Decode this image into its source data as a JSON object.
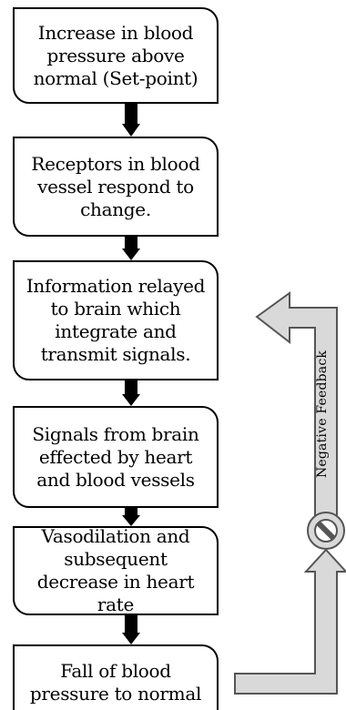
{
  "steps": [
    {
      "label": "Increase in blood pressure above normal (Set-point)"
    },
    {
      "label": "Receptors in blood vessel respond to change."
    },
    {
      "label": "Information relayed to brain which integrate and transmit signals."
    },
    {
      "label": "Signals from brain effected by heart and blood vessels"
    },
    {
      "label": "Vasodilation and subsequent decrease in heart rate"
    },
    {
      "label": "Fall of blood pressure to normal"
    }
  ],
  "feedback": {
    "label": "Negative Feedback",
    "icon": "no-symbol-icon"
  },
  "colors": {
    "box_border": "#000000",
    "connector": "#000000",
    "feedback_arrow_fill": "#d9d9d9",
    "feedback_arrow_stroke": "#555555",
    "no_symbol": "#555555"
  }
}
